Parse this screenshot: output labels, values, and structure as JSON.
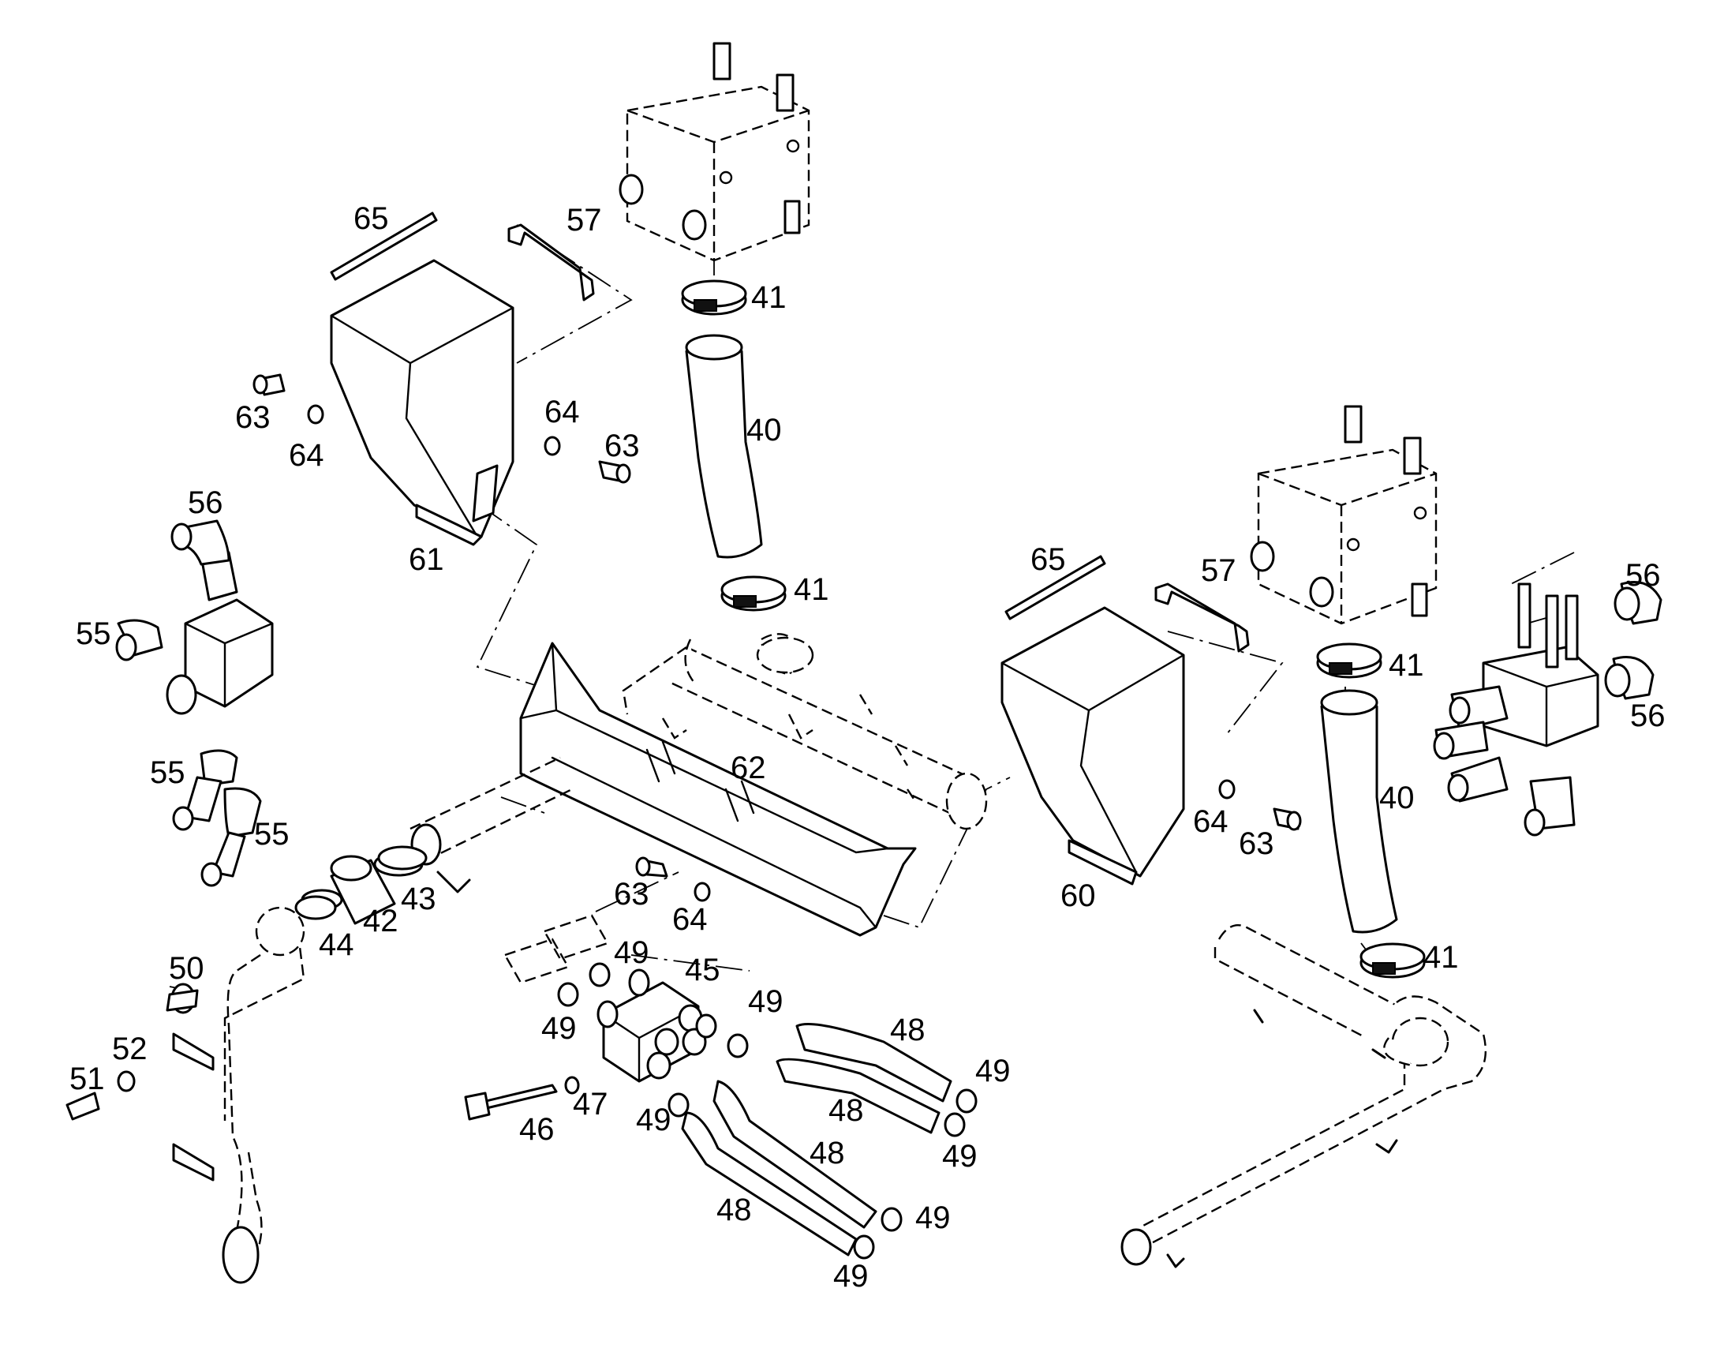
{
  "callouts": [
    {
      "id": "c65a",
      "text": "65"
    },
    {
      "id": "c57a",
      "text": "57"
    },
    {
      "id": "c41a",
      "text": "41"
    },
    {
      "id": "c63a",
      "text": "63"
    },
    {
      "id": "c64a",
      "text": "64"
    },
    {
      "id": "c64b",
      "text": "64"
    },
    {
      "id": "c63b",
      "text": "63"
    },
    {
      "id": "c40a",
      "text": "40"
    },
    {
      "id": "c56a",
      "text": "56"
    },
    {
      "id": "c61",
      "text": "61"
    },
    {
      "id": "c41b",
      "text": "41"
    },
    {
      "id": "c55a",
      "text": "55"
    },
    {
      "id": "c65b",
      "text": "65"
    },
    {
      "id": "c57b",
      "text": "57"
    },
    {
      "id": "c56b",
      "text": "56"
    },
    {
      "id": "c41c",
      "text": "41"
    },
    {
      "id": "c56c",
      "text": "56"
    },
    {
      "id": "c62",
      "text": "62"
    },
    {
      "id": "c55b",
      "text": "55"
    },
    {
      "id": "c40b",
      "text": "40"
    },
    {
      "id": "c55c",
      "text": "55"
    },
    {
      "id": "c64c",
      "text": "64"
    },
    {
      "id": "c63c",
      "text": "63"
    },
    {
      "id": "c43",
      "text": "43"
    },
    {
      "id": "c63d",
      "text": "63"
    },
    {
      "id": "c42",
      "text": "42"
    },
    {
      "id": "c64d",
      "text": "64"
    },
    {
      "id": "c60",
      "text": "60"
    },
    {
      "id": "c44",
      "text": "44"
    },
    {
      "id": "c49a",
      "text": "49"
    },
    {
      "id": "c41d",
      "text": "41"
    },
    {
      "id": "c45",
      "text": "45"
    },
    {
      "id": "c50",
      "text": "50"
    },
    {
      "id": "c49b",
      "text": "49"
    },
    {
      "id": "c49c",
      "text": "49"
    },
    {
      "id": "c48a",
      "text": "48"
    },
    {
      "id": "c52",
      "text": "52"
    },
    {
      "id": "c49d",
      "text": "49"
    },
    {
      "id": "c51",
      "text": "51"
    },
    {
      "id": "c47",
      "text": "47"
    },
    {
      "id": "c48b",
      "text": "48"
    },
    {
      "id": "c49e",
      "text": "49"
    },
    {
      "id": "c46",
      "text": "46"
    },
    {
      "id": "c49f",
      "text": "49"
    },
    {
      "id": "c48c",
      "text": "48"
    },
    {
      "id": "c48d",
      "text": "48"
    },
    {
      "id": "c49g",
      "text": "49"
    },
    {
      "id": "c49h",
      "text": "49"
    }
  ]
}
